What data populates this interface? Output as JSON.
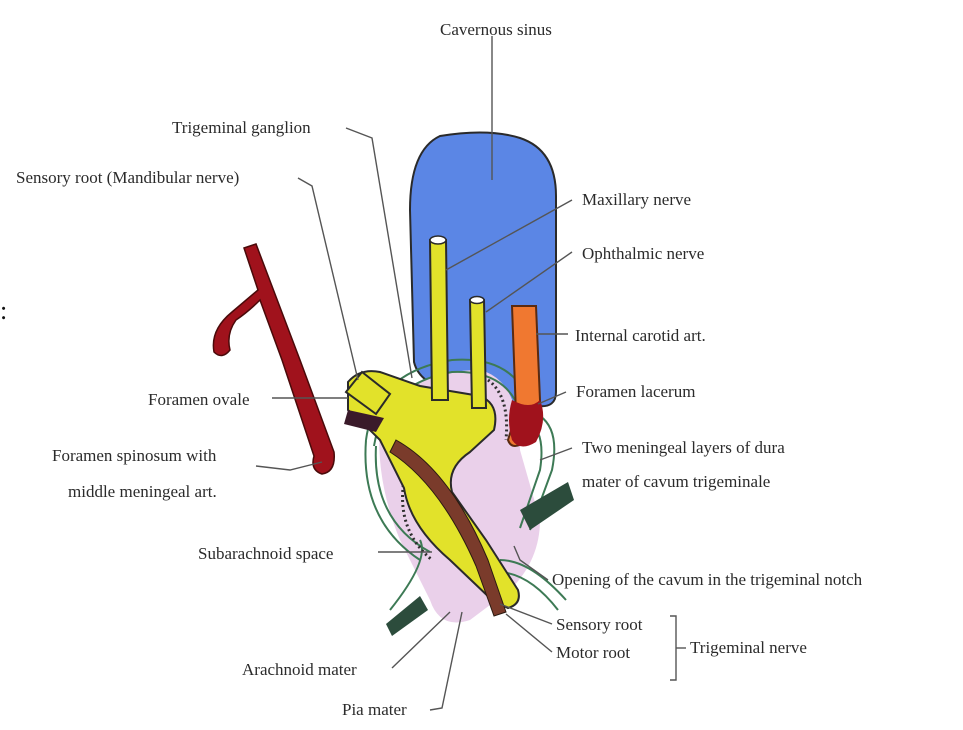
{
  "labels": {
    "cavernous_sinus": "Cavernous sinus",
    "trigeminal_ganglion": "Trigeminal ganglion",
    "sensory_root_mandibular": "Sensory root (Mandibular nerve)",
    "maxillary_nerve": "Maxillary nerve",
    "ophthalmic_nerve": "Ophthalmic nerve",
    "internal_carotid": "Internal carotid art.",
    "foramen_ovale": "Foramen ovale",
    "foramen_lacerum": "Foramen lacerum",
    "foramen_spinosum_line1": "Foramen spinosum with",
    "foramen_spinosum_line2": "middle meningeal art.",
    "dura_line1": "Two meningeal layers of dura",
    "dura_line2": "mater of cavum trigeminale",
    "subarachnoid_space": "Subarachnoid space",
    "opening_cavum": "Opening of the cavum in the trigeminal notch",
    "sensory_root": "Sensory root",
    "motor_root": "Motor root",
    "trigeminal_nerve": "Trigeminal nerve",
    "arachnoid_mater": "Arachnoid mater",
    "pia_mater": "Pia mater"
  },
  "stray_mark": ":",
  "colors": {
    "sinus": "#5b86e5",
    "ganglion": "#e2e22a",
    "artery": "#a0121c",
    "carotid": "#f07830",
    "dura": "#3d7a55",
    "space": "#e6c8e8",
    "line": "#555555"
  }
}
